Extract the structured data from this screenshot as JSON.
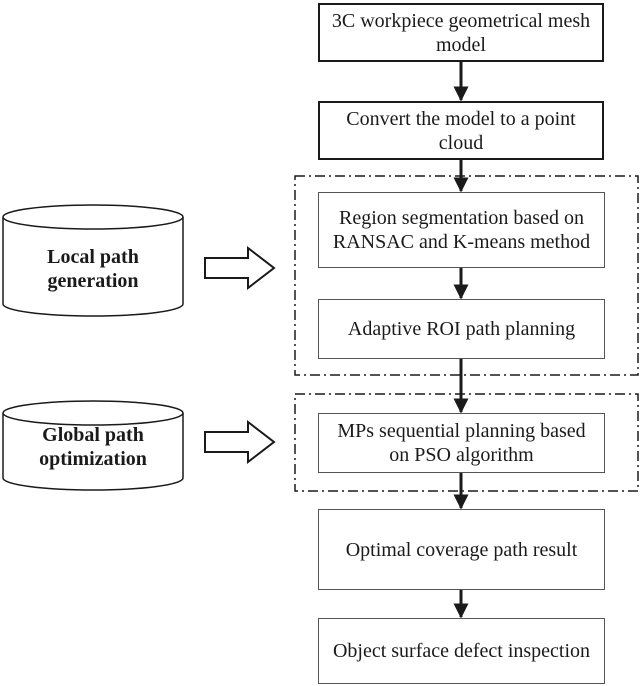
{
  "flow": {
    "step1": "3C workpiece geometrical mesh model",
    "step2": "Convert the model to a point cloud",
    "step3": "Region segmentation based on RANSAC and K-means method",
    "step4": "Adaptive ROI path planning",
    "step5": "MPs sequential planning based on PSO algorithm",
    "step6": "Optimal coverage path result",
    "step7": "Object surface defect inspection"
  },
  "stages": {
    "local": "Local path generation",
    "global": "Global path optimization"
  }
}
